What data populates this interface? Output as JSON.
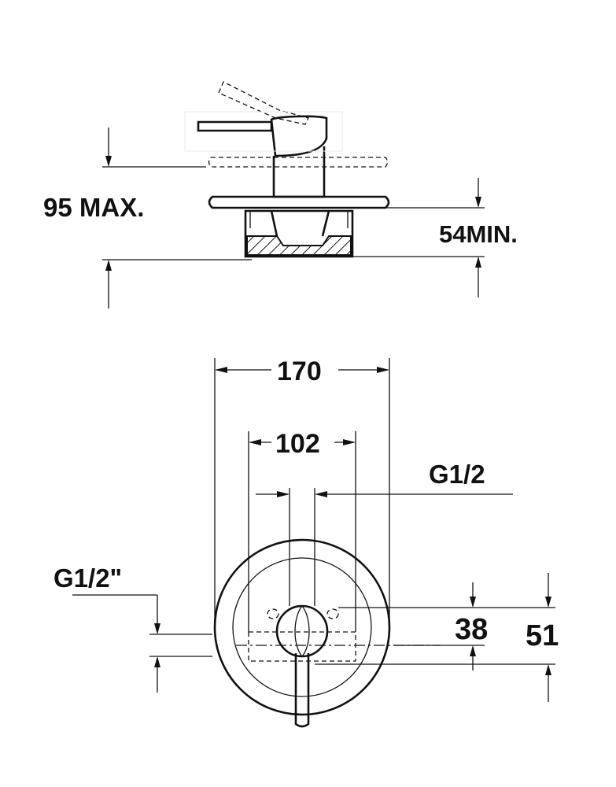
{
  "side_view": {
    "dim_95": "95 MAX.",
    "dim_54": "54MIN."
  },
  "front_view": {
    "dim_170": "170",
    "dim_102": "102",
    "dim_g12_top": "G1/2",
    "dim_g12_left": "G1/2\"",
    "dim_38": "38",
    "dim_51": "51"
  }
}
